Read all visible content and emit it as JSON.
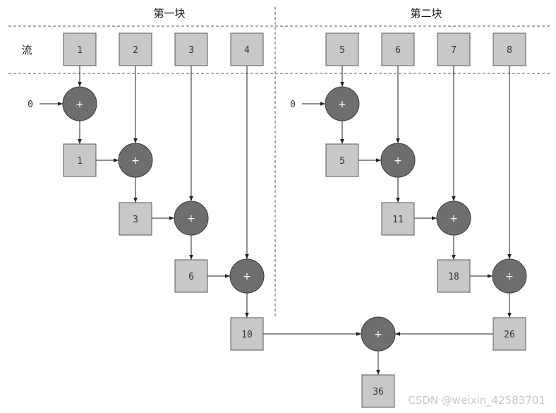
{
  "headers": {
    "block1": "第一块",
    "block2": "第二块"
  },
  "row_label": "流",
  "stream": [
    "1",
    "2",
    "3",
    "4",
    "5",
    "6",
    "7",
    "8"
  ],
  "initial": [
    "0",
    "0"
  ],
  "plus_symbol": "+",
  "block1_partials": [
    "1",
    "3",
    "6",
    "10"
  ],
  "block2_partials": [
    "5",
    "11",
    "18",
    "26"
  ],
  "final_result": "36",
  "watermark": "CSDN @weixin_42583701"
}
